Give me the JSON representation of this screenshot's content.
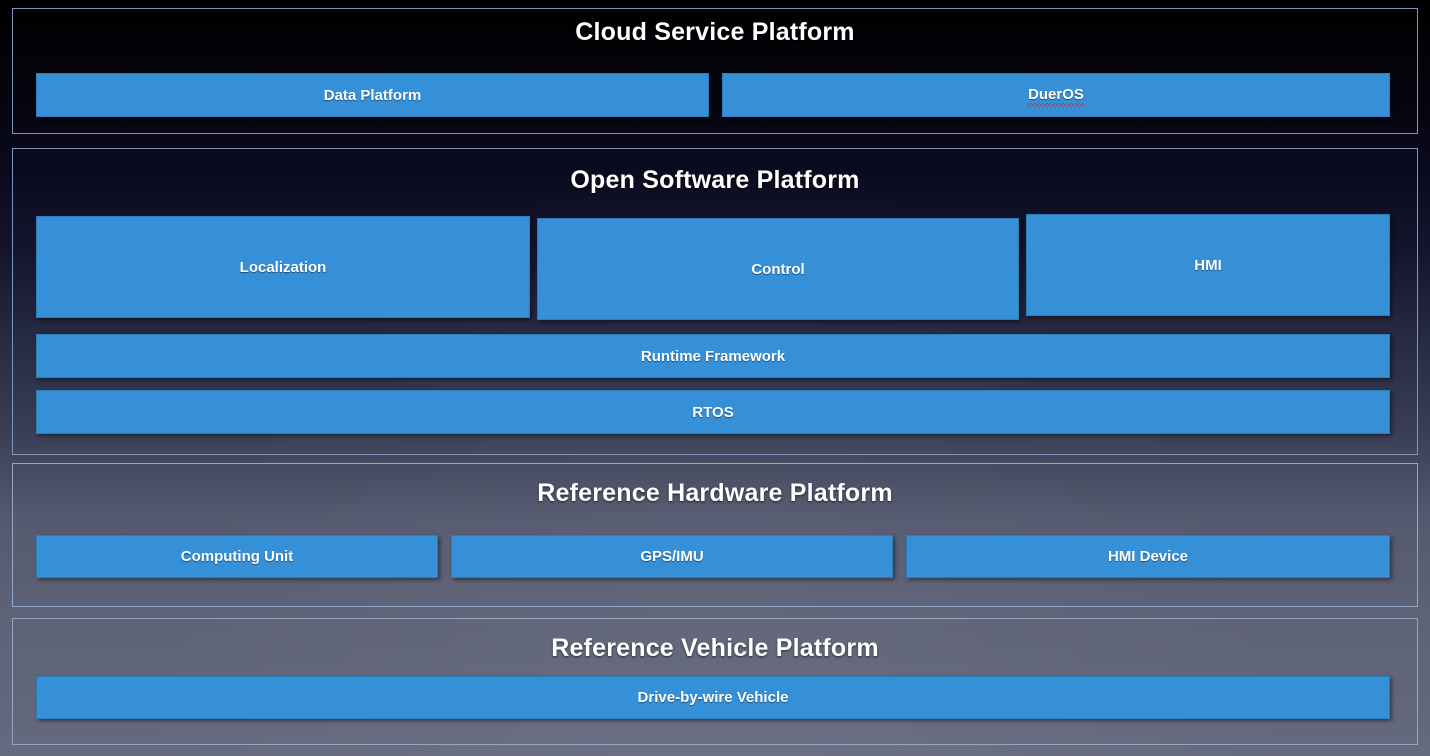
{
  "diagram": {
    "type": "layered-architecture",
    "colors": {
      "block_fill": "#3690D8",
      "panel_border": "#8FA8CC",
      "text": "#FFFFFF",
      "spellcheck_underline": "#E02020",
      "background_top": "#000000",
      "background_bottom": "#666A7E"
    },
    "layers": [
      {
        "id": "cloud",
        "title": "Cloud Service Platform",
        "blocks": [
          {
            "label": "Data Platform",
            "spellcheck_error": false
          },
          {
            "label": "DuerOS",
            "spellcheck_error": true
          }
        ]
      },
      {
        "id": "software",
        "title": "Open Software Platform",
        "blocks": [
          {
            "label": "Localization",
            "spellcheck_error": false
          },
          {
            "label": "Control",
            "spellcheck_error": false
          },
          {
            "label": "HMI",
            "spellcheck_error": false
          },
          {
            "label": "Runtime Framework",
            "spellcheck_error": false
          },
          {
            "label": "RTOS",
            "spellcheck_error": false
          }
        ]
      },
      {
        "id": "hardware",
        "title": "Reference Hardware Platform",
        "blocks": [
          {
            "label": "Computing Unit",
            "spellcheck_error": false
          },
          {
            "label": "GPS/IMU",
            "spellcheck_error": false
          },
          {
            "label": "HMI Device",
            "spellcheck_error": false
          }
        ]
      },
      {
        "id": "vehicle",
        "title": "Reference Vehicle Platform",
        "blocks": [
          {
            "label": "Drive-by-wire Vehicle",
            "spellcheck_error": false
          }
        ]
      }
    ]
  }
}
